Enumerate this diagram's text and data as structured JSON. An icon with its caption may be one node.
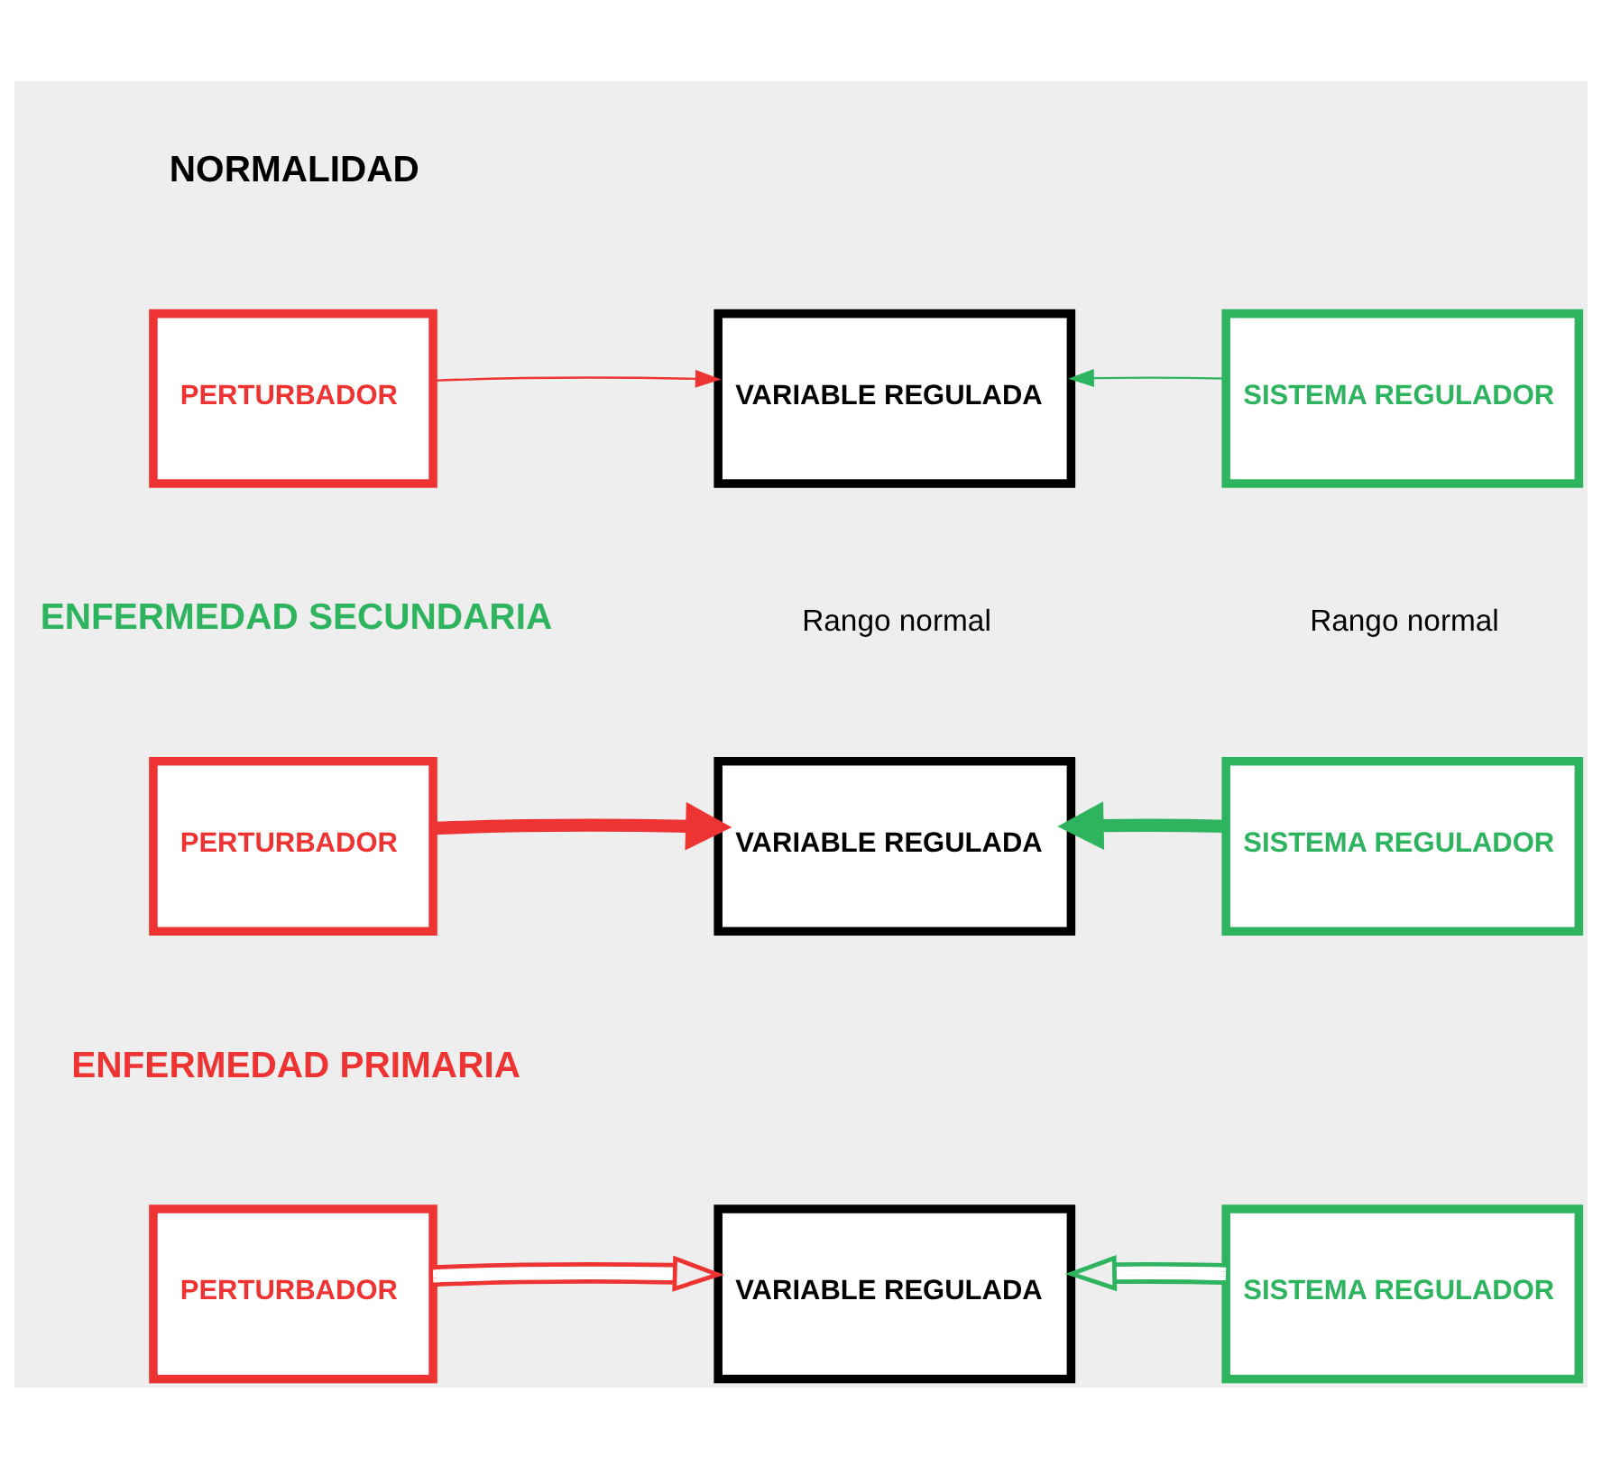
{
  "diagram": {
    "nodes": [
      {
        "text": [
          "PERTURBADOR"
        ]
      },
      {
        "text": [
          "VARIABLE REGULADA"
        ]
      },
      {
        "text": [
          "SISTEMA REGULADOR"
        ]
      },
      {
        "text": [
          "PERTURBADOR"
        ]
      },
      {
        "text": [
          "VARIABLE REGULADA"
        ]
      },
      {
        "text": [
          "SISTEMA REGULADOR"
        ]
      },
      {
        "text": [
          "PERTURBADOR"
        ]
      },
      {
        "text": [
          "VARIABLE REGULADA"
        ]
      },
      {
        "text": [
          "SISTEMA REGULADOR"
        ]
      }
    ],
    "edges": [
      {
        "from": 0,
        "to": 1,
        "arrow": "to",
        "color": "#ee3333"
      },
      {
        "from": 2,
        "to": 1,
        "arrow": "to",
        "color": "#2eb35f"
      },
      {
        "from": 3,
        "to": 4,
        "arrow": "to",
        "style": "thick",
        "color": "#ee3333"
      },
      {
        "from": 5,
        "to": 4,
        "arrow": "to",
        "style": "thick",
        "color": "#2eb35f"
      },
      {
        "from": 6,
        "to": 7,
        "arrow": "to",
        "color": "#ee3333"
      },
      {
        "from": 8,
        "to": 7,
        "arrow": "to",
        "color": "#2eb35f"
      }
    ],
    "labels": [
      "NORMALIDAD",
      "Rango normal",
      "Rango normal",
      "ENFERMEDAD SECUNDARIA",
      "ENFERMEDAD PRIMARIA"
    ]
  }
}
